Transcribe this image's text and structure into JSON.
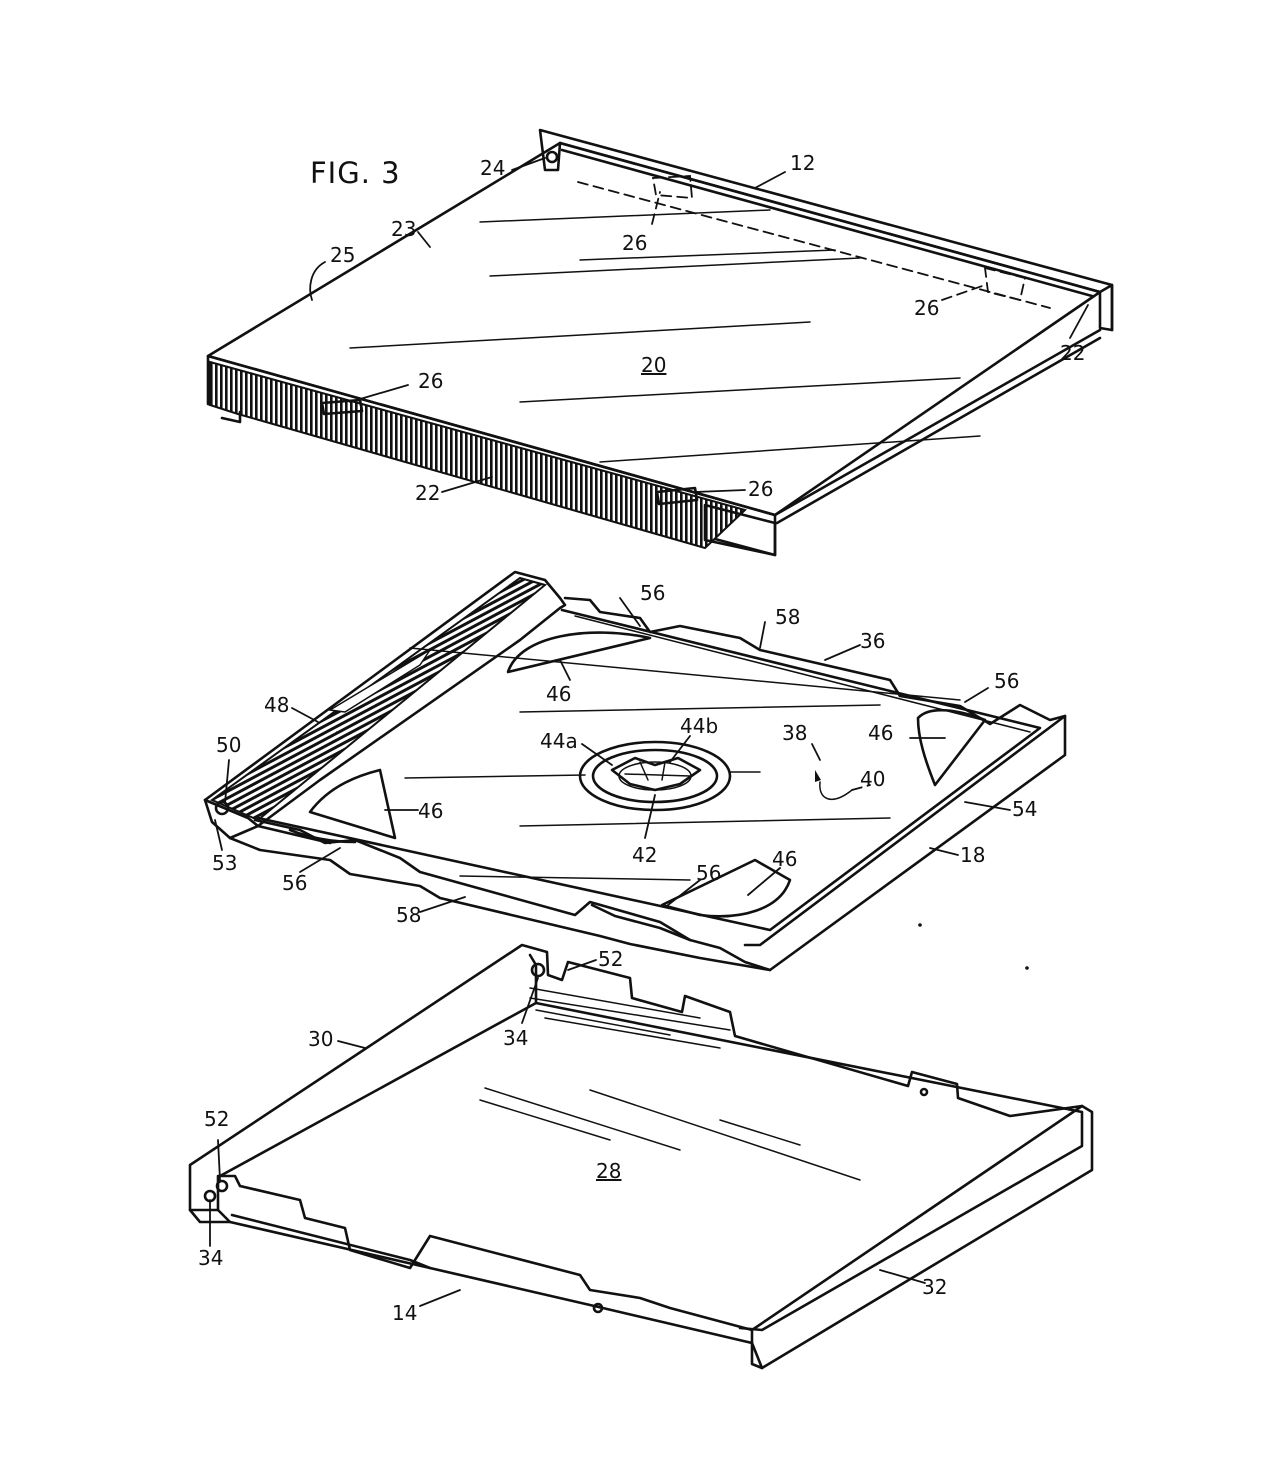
{
  "figure": {
    "title": "FIG. 3",
    "reference_labels": [
      "12",
      "20",
      "22",
      "23",
      "24",
      "25",
      "26",
      "28",
      "30",
      "32",
      "34",
      "36",
      "38",
      "40",
      "42",
      "44a",
      "44b",
      "46",
      "48",
      "50",
      "52",
      "53",
      "54",
      "56",
      "58",
      "14",
      "18"
    ]
  },
  "labels": {
    "fig": "FIG. 3",
    "l24": "24",
    "l12": "12",
    "l23": "23",
    "l25": "25",
    "l26a": "26",
    "l26b": "26",
    "l26c": "26",
    "l26d": "26",
    "l20": "20",
    "l22a": "22",
    "l22b": "22",
    "l56a": "56",
    "l58a": "58",
    "l36": "36",
    "l56b": "56",
    "l46a": "46",
    "l48": "48",
    "l50": "50",
    "l44a": "44a",
    "l44b": "44b",
    "l38": "38",
    "l46b": "46",
    "l40": "40",
    "l46c": "46",
    "l54": "54",
    "l42": "42",
    "l53": "53",
    "l56c": "56",
    "l18": "18",
    "l56d": "56",
    "l46d": "46",
    "l58b": "58",
    "l52a": "52",
    "l34a": "34",
    "l30": "30",
    "l52b": "52",
    "l28": "28",
    "l34b": "34",
    "l32": "32",
    "l14": "14"
  }
}
